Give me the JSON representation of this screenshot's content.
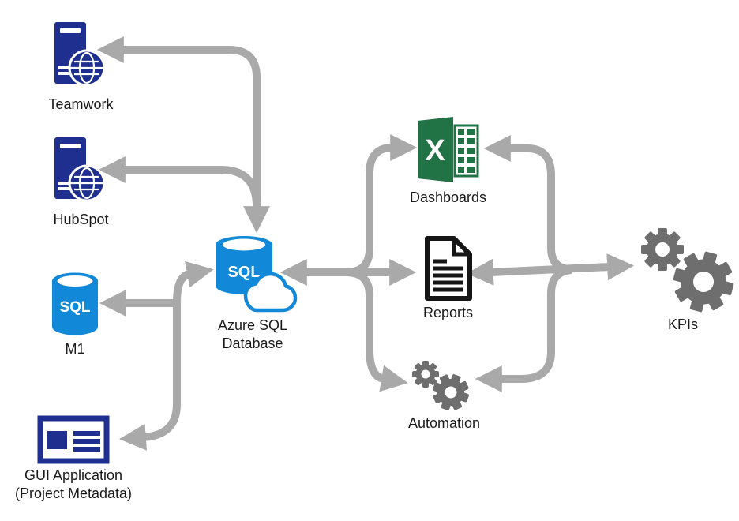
{
  "diagram": {
    "background": "#ffffff",
    "colors": {
      "arrow_gray": "#a9a9a9",
      "navy_blue": "#1e2f8f",
      "azure_blue": "#1289d8",
      "excel_green": "#217346",
      "gear_gray": "#6e6e6e",
      "document_black": "#151515",
      "label_text": "#1a1a1a"
    },
    "icon_text": {
      "sql": "SQL",
      "excel_x": "X"
    },
    "nodes": {
      "teamwork": {
        "label": "Teamwork",
        "icon": "server-globe-icon"
      },
      "hubspot": {
        "label": "HubSpot",
        "icon": "server-globe-icon"
      },
      "m1": {
        "label": "M1",
        "icon": "sql-database-icon"
      },
      "gui_application": {
        "label_line1": "GUI Application",
        "label_line2": "(Project Metadata)",
        "icon": "window-form-icon"
      },
      "azure_sql": {
        "label_line1": "Azure SQL",
        "label_line2": "Database",
        "icon": "sql-database-cloud-icon"
      },
      "dashboards": {
        "label": "Dashboards",
        "icon": "excel-icon"
      },
      "reports": {
        "label": "Reports",
        "icon": "document-icon"
      },
      "automation": {
        "label": "Automation",
        "icon": "gears-icon"
      },
      "kpis": {
        "label": "KPIs",
        "icon": "gears-icon"
      }
    },
    "connections": [
      {
        "between": [
          "Azure SQL Database",
          "Teamwork"
        ],
        "arrowheads": "both"
      },
      {
        "between": [
          "Azure SQL Database",
          "HubSpot"
        ],
        "arrowheads": "both"
      },
      {
        "between": [
          "Azure SQL Database",
          "M1"
        ],
        "arrowheads": "both"
      },
      {
        "between": [
          "Azure SQL Database",
          "GUI Application (Project Metadata)"
        ],
        "arrowheads": "both"
      },
      {
        "between": [
          "Azure SQL Database",
          "Reports"
        ],
        "arrowheads": "both"
      },
      {
        "between": [
          "Azure SQL Database",
          "Dashboards"
        ],
        "arrowheads": "into-dashboards"
      },
      {
        "between": [
          "Azure SQL Database",
          "Automation"
        ],
        "arrowheads": "into-automation"
      },
      {
        "between": [
          "Reports",
          "KPIs"
        ],
        "arrowheads": "both"
      },
      {
        "between": [
          "KPIs",
          "Dashboards"
        ],
        "arrowheads": "into-dashboards"
      },
      {
        "between": [
          "KPIs",
          "Automation"
        ],
        "arrowheads": "into-automation"
      }
    ]
  }
}
